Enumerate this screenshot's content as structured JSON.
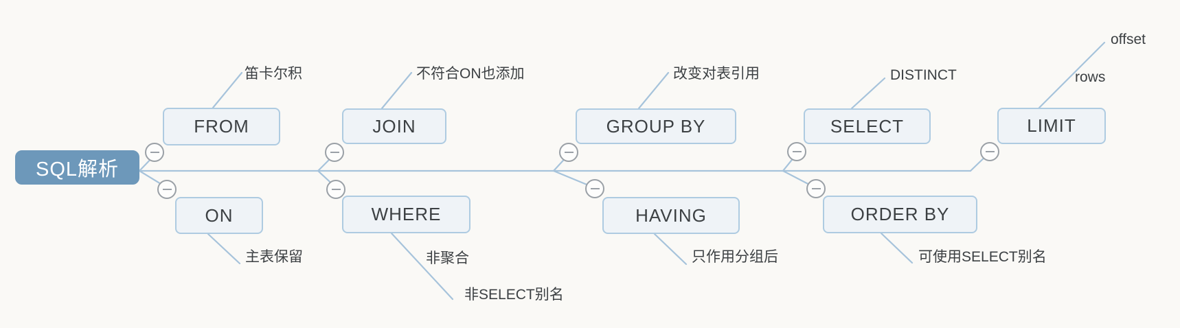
{
  "mindmap": {
    "root": {
      "label": "SQL解析"
    },
    "top_branches": [
      {
        "label": "FROM",
        "notes": [
          "笛卡尔积"
        ]
      },
      {
        "label": "JOIN",
        "notes": [
          "不符合ON也添加"
        ]
      },
      {
        "label": "GROUP BY",
        "notes": [
          "改变对表引用"
        ]
      },
      {
        "label": "SELECT",
        "notes": [
          "DISTINCT"
        ]
      },
      {
        "label": "LIMIT",
        "notes": [
          "offset",
          "rows"
        ]
      }
    ],
    "bottom_branches": [
      {
        "label": "ON",
        "notes": [
          "主表保留"
        ]
      },
      {
        "label": "WHERE",
        "notes": [
          "非聚合",
          "非SELECT别名"
        ]
      },
      {
        "label": "HAVING",
        "notes": [
          "只作用分组后"
        ]
      },
      {
        "label": "ORDER BY",
        "notes": [
          "可使用SELECT别名"
        ]
      }
    ]
  },
  "colors": {
    "background": "#faf9f6",
    "root_fill": "#6d98ba",
    "root_text": "#ffffff",
    "node_fill": "#eff3f7",
    "node_border": "#aecbe1",
    "node_text": "#3c4043",
    "wire": "#a6c3db",
    "toggle_border": "#9aa0a6",
    "toggle_fill": "#fdfdfc",
    "note_text": "#3c4043"
  }
}
